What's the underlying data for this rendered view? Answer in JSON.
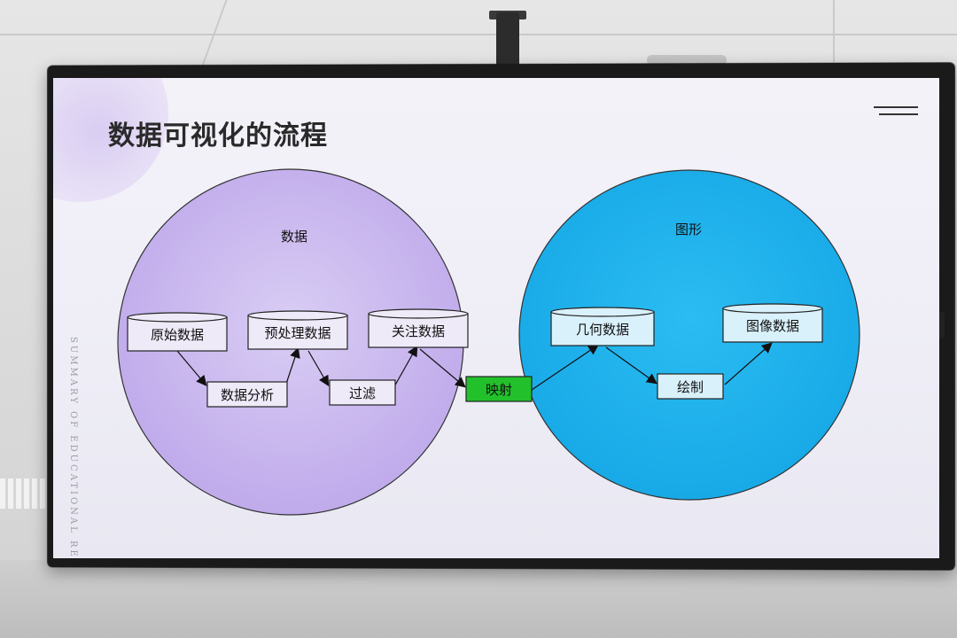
{
  "slide": {
    "title": "数据可视化的流程",
    "side_text": "SUMMARY OF EDUCATIONAL RESE"
  },
  "diagram": {
    "data_circle_label": "数据",
    "graphic_circle_label": "图形",
    "nodes": {
      "raw": "原始数据",
      "preprocess": "预处理数据",
      "focus": "关注数据",
      "analysis": "数据分析",
      "filter": "过滤",
      "mapping": "映射",
      "geometry": "几何数据",
      "image": "图像数据",
      "render": "绘制"
    }
  },
  "colors": {
    "data_circle": "#c9b6ee",
    "graphic_circle": "#1fb3ee",
    "mapping_box": "#22c12b"
  }
}
